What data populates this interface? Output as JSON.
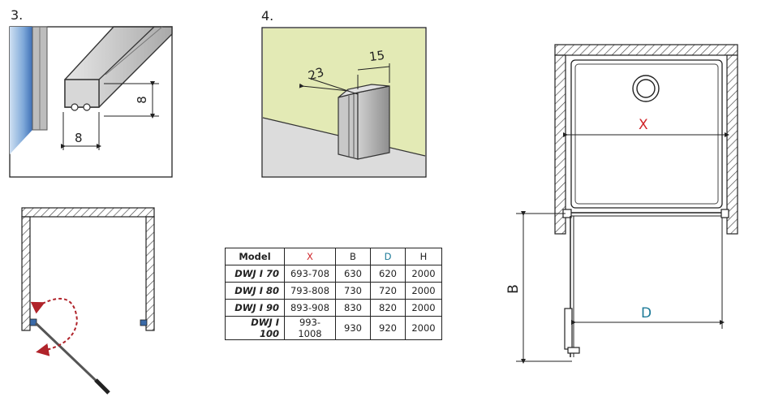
{
  "panel_labels": {
    "p3": "3.",
    "p4": "4."
  },
  "dims": {
    "profile_width": "8",
    "profile_height": "8",
    "bracket_depth": "23",
    "bracket_width": "15",
    "X": "X",
    "B": "B",
    "D": "D"
  },
  "colors": {
    "X": "#d0252a",
    "D": "#1c7a98",
    "wall_green": "#e3eab5",
    "arrow_red": "#b0232a",
    "glass_blue": "#4a7ec0",
    "hinge_blue": "#3a6aa8"
  },
  "table": {
    "headers": [
      "Model",
      "X",
      "B",
      "D",
      "H"
    ],
    "rows": [
      [
        "DWJ I 70",
        "693-708",
        "630",
        "620",
        "2000"
      ],
      [
        "DWJ I 80",
        "793-808",
        "730",
        "720",
        "2000"
      ],
      [
        "DWJ I 90",
        "893-908",
        "830",
        "820",
        "2000"
      ],
      [
        "DWJ I 100",
        "993-1008",
        "930",
        "920",
        "2000"
      ]
    ]
  }
}
